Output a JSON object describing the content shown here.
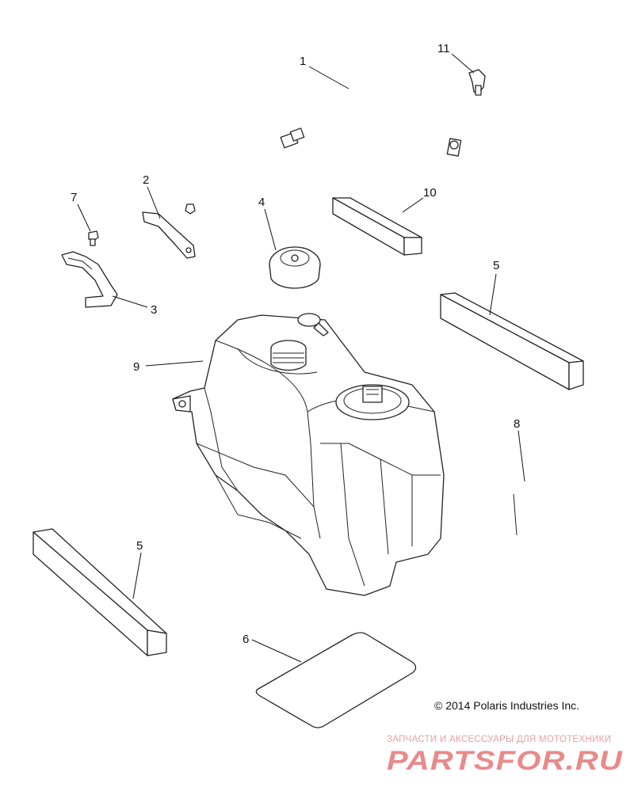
{
  "diagram": {
    "callouts": [
      {
        "id": "c1",
        "label": "1"
      },
      {
        "id": "c11",
        "label": "11"
      },
      {
        "id": "c7",
        "label": "7"
      },
      {
        "id": "c2",
        "label": "2"
      },
      {
        "id": "c4",
        "label": "4"
      },
      {
        "id": "c10",
        "label": "10"
      },
      {
        "id": "c5a",
        "label": "5"
      },
      {
        "id": "c3",
        "label": "3"
      },
      {
        "id": "c9",
        "label": "9"
      },
      {
        "id": "c8",
        "label": "8"
      },
      {
        "id": "c5b",
        "label": "5"
      },
      {
        "id": "c6",
        "label": "6"
      }
    ],
    "copyright": "© 2014 Polaris Industries Inc."
  },
  "watermark": {
    "tagline": "ЗАПЧАСТИ И АКСЕССУАРЫ ДЛЯ МОТОТЕХНИКИ",
    "logo_text": "PARTSFOR.RU",
    "color": "#e05a5a"
  }
}
